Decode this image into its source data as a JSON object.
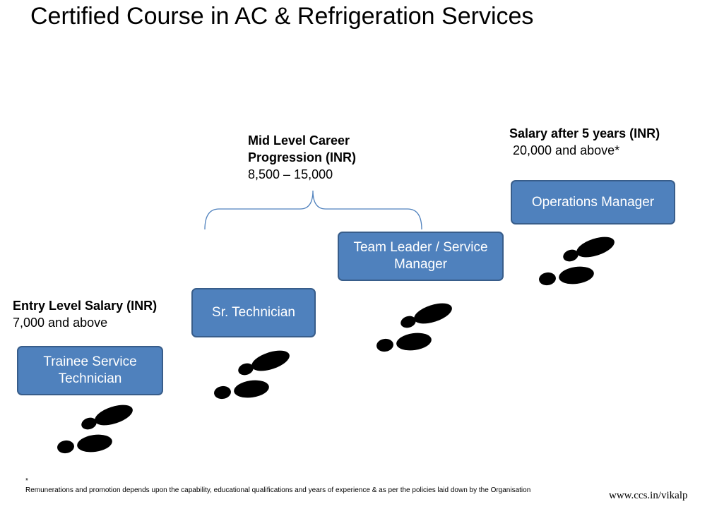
{
  "title": "Certified Course in AC & Refrigeration Services",
  "entry": {
    "heading": "Entry Level Salary (INR)",
    "value": "7,000 and above"
  },
  "mid": {
    "heading_line1": "Mid Level Career",
    "heading_line2": "Progression (INR)",
    "value": "8,500 – 15,000"
  },
  "senior": {
    "heading": "Salary after 5 years (INR)",
    "value": "20,000 and above*"
  },
  "roles": {
    "trainee_line1": "Trainee Service",
    "trainee_line2": "Technician",
    "sr_technician": "Sr. Technician",
    "team_leader_line1": "Team Leader / Service",
    "team_leader_line2": "Manager",
    "operations_manager": "Operations Manager"
  },
  "footnote": {
    "star": "*",
    "text": "Remunerations and promotion depends upon the capability, educational qualifications and years of experience & as per the policies laid down by the Organisation"
  },
  "website": "www.ccs.in/vikalp",
  "colors": {
    "box_fill": "#4f81bd",
    "box_border": "#385d8a",
    "brace": "#4f81bd",
    "footprint": "#000000"
  },
  "icons": [
    "footprints-icon",
    "brace-icon"
  ]
}
